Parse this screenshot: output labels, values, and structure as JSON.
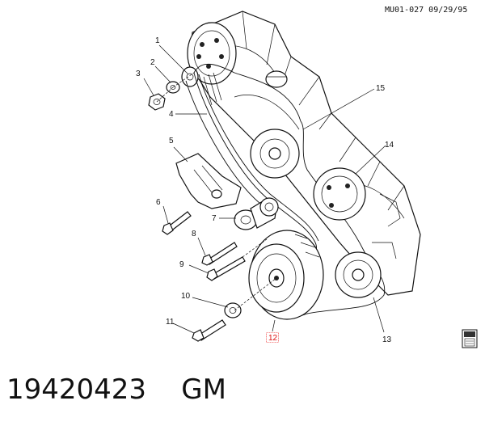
{
  "header": {
    "code": "MU01-027 09/29/95"
  },
  "callouts": {
    "c1": "1",
    "c2": "2",
    "c3": "3",
    "c4": "4",
    "c5": "5",
    "c6": "6",
    "c7": "7",
    "c8": "8",
    "c9": "9",
    "c10": "10",
    "c11": "11",
    "c12": "12",
    "c13": "13",
    "c14": "14",
    "c15": "15"
  },
  "footer": {
    "part_number": "19420423",
    "brand": "GM"
  },
  "icons": {
    "corner": "info-page-icon"
  },
  "colors": {
    "highlight_callout": "#d11111"
  }
}
